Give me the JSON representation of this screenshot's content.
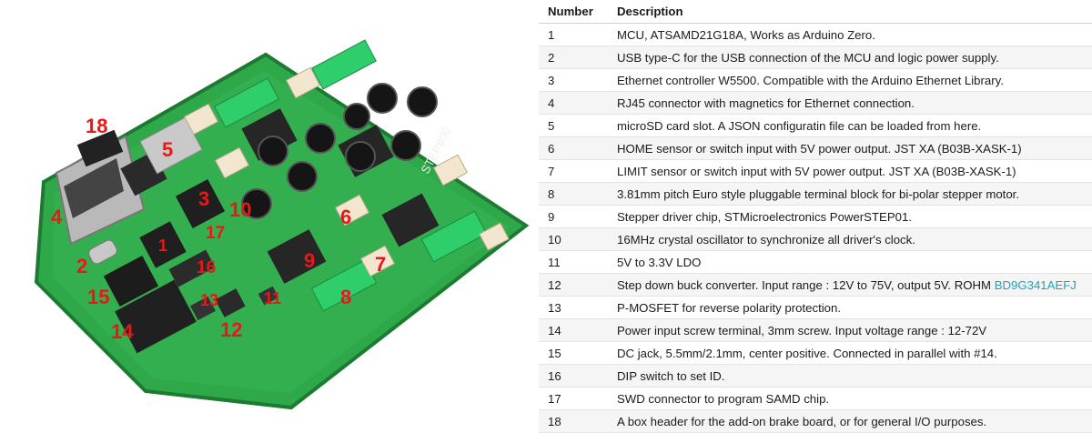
{
  "table": {
    "header_number": "Number",
    "header_description": "Description",
    "rows": [
      {
        "n": "1",
        "d": "MCU, ATSAMD21G18A, Works as Arduino Zero."
      },
      {
        "n": "2",
        "d": "USB type-C for the USB connection of the MCU and logic power supply."
      },
      {
        "n": "3",
        "d": "Ethernet controller W5500. Compatible with the Arduino Ethernet Library."
      },
      {
        "n": "4",
        "d": "RJ45 connector with magnetics for Ethernet connection."
      },
      {
        "n": "5",
        "d": "microSD card slot. A JSON configuratin file can be loaded from here."
      },
      {
        "n": "6",
        "d": "HOME sensor or switch input with 5V power output. JST XA (B03B-XASK-1)"
      },
      {
        "n": "7",
        "d": "LIMIT sensor or switch input with 5V power output. JST XA (B03B-XASK-1)"
      },
      {
        "n": "8",
        "d": "3.81mm pitch Euro style pluggable terminal block for bi-polar stepper motor."
      },
      {
        "n": "9",
        "d": "Stepper driver chip, STMicroelectronics PowerSTEP01."
      },
      {
        "n": "10",
        "d": "16MHz crystal oscillator to synchronize all driver's clock."
      },
      {
        "n": "11",
        "d": "5V to 3.3V LDO"
      },
      {
        "n": "12",
        "d": "Step down buck converter. Input range : 12V to 75V, output 5V. ROHM ",
        "link": "BD9G341AEFJ"
      },
      {
        "n": "13",
        "d": "P-MOSFET for reverse polarity protection."
      },
      {
        "n": "14",
        "d": "Power input screw terminal, 3mm screw. Input voltage range : 12-72V"
      },
      {
        "n": "15",
        "d": "DC jack, 5.5mm/2.1mm, center positive. Connected in parallel with #14."
      },
      {
        "n": "16",
        "d": "DIP switch to set ID."
      },
      {
        "n": "17",
        "d": "SWD connector to program SAMD chip."
      },
      {
        "n": "18",
        "d": "A box header for the add-on brake board, or for general I/O purposes."
      }
    ]
  },
  "board": {
    "callouts": [
      "1",
      "2",
      "3",
      "4",
      "5",
      "6",
      "7",
      "8",
      "9",
      "10",
      "11",
      "12",
      "13",
      "14",
      "15",
      "16",
      "17",
      "18"
    ],
    "silkscreen": "STEP800",
    "colors": {
      "pcb": "#2fa84a",
      "pcb_edge": "#1d7a33",
      "callout": "#e81818",
      "link": "#1ea3b5"
    }
  }
}
